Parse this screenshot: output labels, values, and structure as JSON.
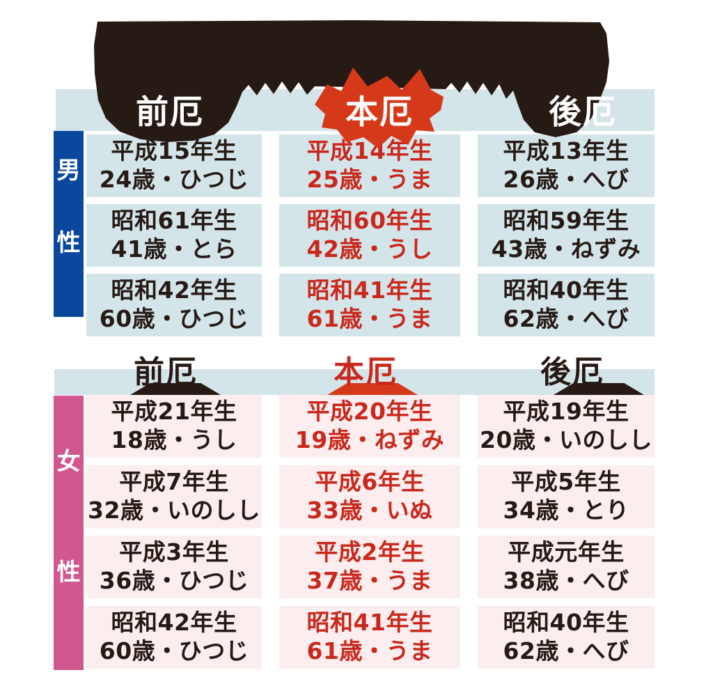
{
  "colors": {
    "dark": "#261a15",
    "red_text": "#c9281c",
    "red_bubble": "#d6391a",
    "light_blue": "#d4e5ea",
    "pink_cell": "#fcedee",
    "male_bar_blue": "#09489c",
    "female_bar_pink": "#d2578f"
  },
  "male": {
    "group_label": "男性",
    "group_chars": {
      "c1": "男",
      "c2": "性"
    },
    "columns": {
      "pre": "前厄",
      "main": "本厄",
      "post": "後厄"
    },
    "rows": [
      [
        {
          "year": "平成15年生",
          "age": "24歳・ひつじ"
        },
        {
          "year": "平成14年生",
          "age": "25歳・うま"
        },
        {
          "year": "平成13年生",
          "age": "26歳・へび"
        }
      ],
      [
        {
          "year": "昭和61年生",
          "age": "41歳・とら"
        },
        {
          "year": "昭和60年生",
          "age": "42歳・うし"
        },
        {
          "year": "昭和59年生",
          "age": "43歳・ねずみ"
        }
      ],
      [
        {
          "year": "昭和42年生",
          "age": "60歳・ひつじ"
        },
        {
          "year": "昭和41年生",
          "age": "61歳・うま"
        },
        {
          "year": "昭和40年生",
          "age": "62歳・へび"
        }
      ]
    ]
  },
  "female": {
    "group_label": "女性",
    "group_chars": {
      "c1": "女",
      "c2": "性"
    },
    "columns": {
      "pre": "前厄",
      "main": "本厄",
      "post": "後厄"
    },
    "rows": [
      [
        {
          "year": "平成21年生",
          "age": "18歳・うし"
        },
        {
          "year": "平成20年生",
          "age": "19歳・ねずみ"
        },
        {
          "year": "平成19年生",
          "age": "20歳・いのしし"
        }
      ],
      [
        {
          "year": "平成7年生",
          "age": "32歳・いのしし"
        },
        {
          "year": "平成6年生",
          "age": "33歳・いぬ"
        },
        {
          "year": "平成5年生",
          "age": "34歳・とり"
        }
      ],
      [
        {
          "year": "平成3年生",
          "age": "36歳・ひつじ"
        },
        {
          "year": "平成2年生",
          "age": "37歳・うま"
        },
        {
          "year": "平成元年生",
          "age": "38歳・へび"
        }
      ],
      [
        {
          "year": "昭和42年生",
          "age": "60歳・ひつじ"
        },
        {
          "year": "昭和41年生",
          "age": "61歳・うま"
        },
        {
          "year": "昭和40年生",
          "age": "62歳・へび"
        }
      ]
    ]
  },
  "chart_data": {
    "type": "table",
    "sections": [
      {
        "group": "男性",
        "columns": [
          "前厄",
          "本厄",
          "後厄"
        ],
        "rows": [
          [
            "平成15年生 24歳・ひつじ",
            "平成14年生 25歳・うま",
            "平成13年生 26歳・へび"
          ],
          [
            "昭和61年生 41歳・とら",
            "昭和60年生 42歳・うし",
            "昭和59年生 43歳・ねずみ"
          ],
          [
            "昭和42年生 60歳・ひつじ",
            "昭和41年生 61歳・うま",
            "昭和40年生 62歳・へび"
          ]
        ]
      },
      {
        "group": "女性",
        "columns": [
          "前厄",
          "本厄",
          "後厄"
        ],
        "rows": [
          [
            "平成21年生 18歳・うし",
            "平成20年生 19歳・ねずみ",
            "平成19年生 20歳・いのしし"
          ],
          [
            "平成7年生 32歳・いのしし",
            "平成6年生 33歳・いぬ",
            "平成5年生 34歳・とり"
          ],
          [
            "平成3年生 36歳・ひつじ",
            "平成2年生 37歳・うま",
            "平成元年生 38歳・へび"
          ],
          [
            "昭和42年生 60歳・ひつじ",
            "昭和41年生 61歳・うま",
            "昭和40年生 62歳・へび"
          ]
        ]
      }
    ],
    "layout": "two stacked groups (male blue, female pink); center column (本厄) highlighted in red"
  }
}
